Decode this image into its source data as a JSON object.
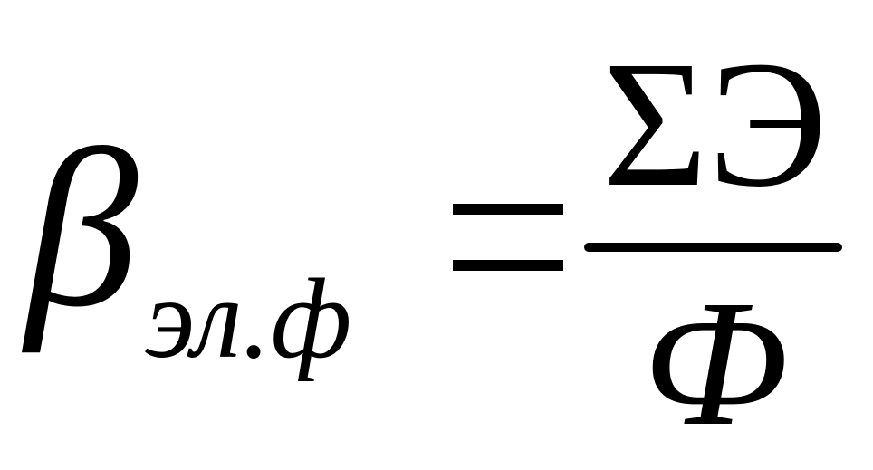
{
  "formula": {
    "lhs_symbol": "β",
    "lhs_subscript": "эл.ф",
    "numerator": "ΣЭ",
    "denominator": "Ф"
  }
}
